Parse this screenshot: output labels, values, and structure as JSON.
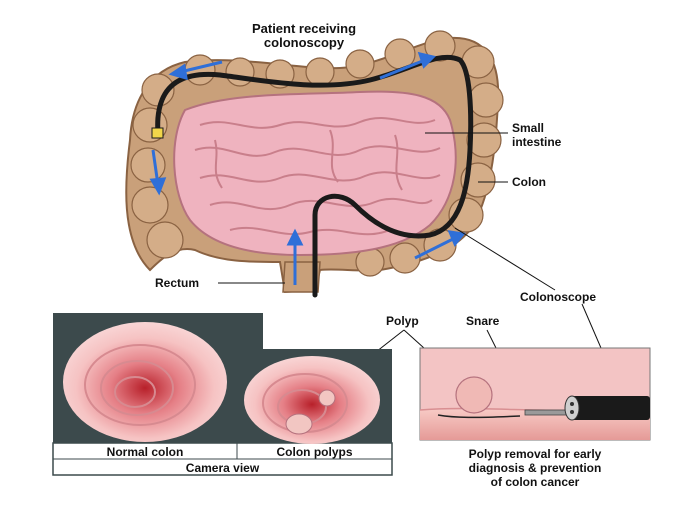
{
  "title": {
    "line1": "Patient receiving",
    "line2": "colonoscopy"
  },
  "labels": {
    "small_intestine_1": "Small",
    "small_intestine_2": "intestine",
    "colon": "Colon",
    "rectum": "Rectum",
    "colonoscope": "Colonoscope",
    "polyp": "Polyp",
    "snare": "Snare"
  },
  "camera_panel": {
    "normal": "Normal colon",
    "polyps": "Colon polyps",
    "caption": "Camera view"
  },
  "removal_panel": {
    "line1": "Polyp removal for early",
    "line2": "diagnosis & prevention",
    "line3": "of colon cancer"
  },
  "colors": {
    "colon_tan": "#c9a07a",
    "intestine_pink": "#efb3bf",
    "scope_black": "#1a1a1a",
    "arrow_blue": "#2f6fd8",
    "panel_dark": "#3c4a4c"
  }
}
